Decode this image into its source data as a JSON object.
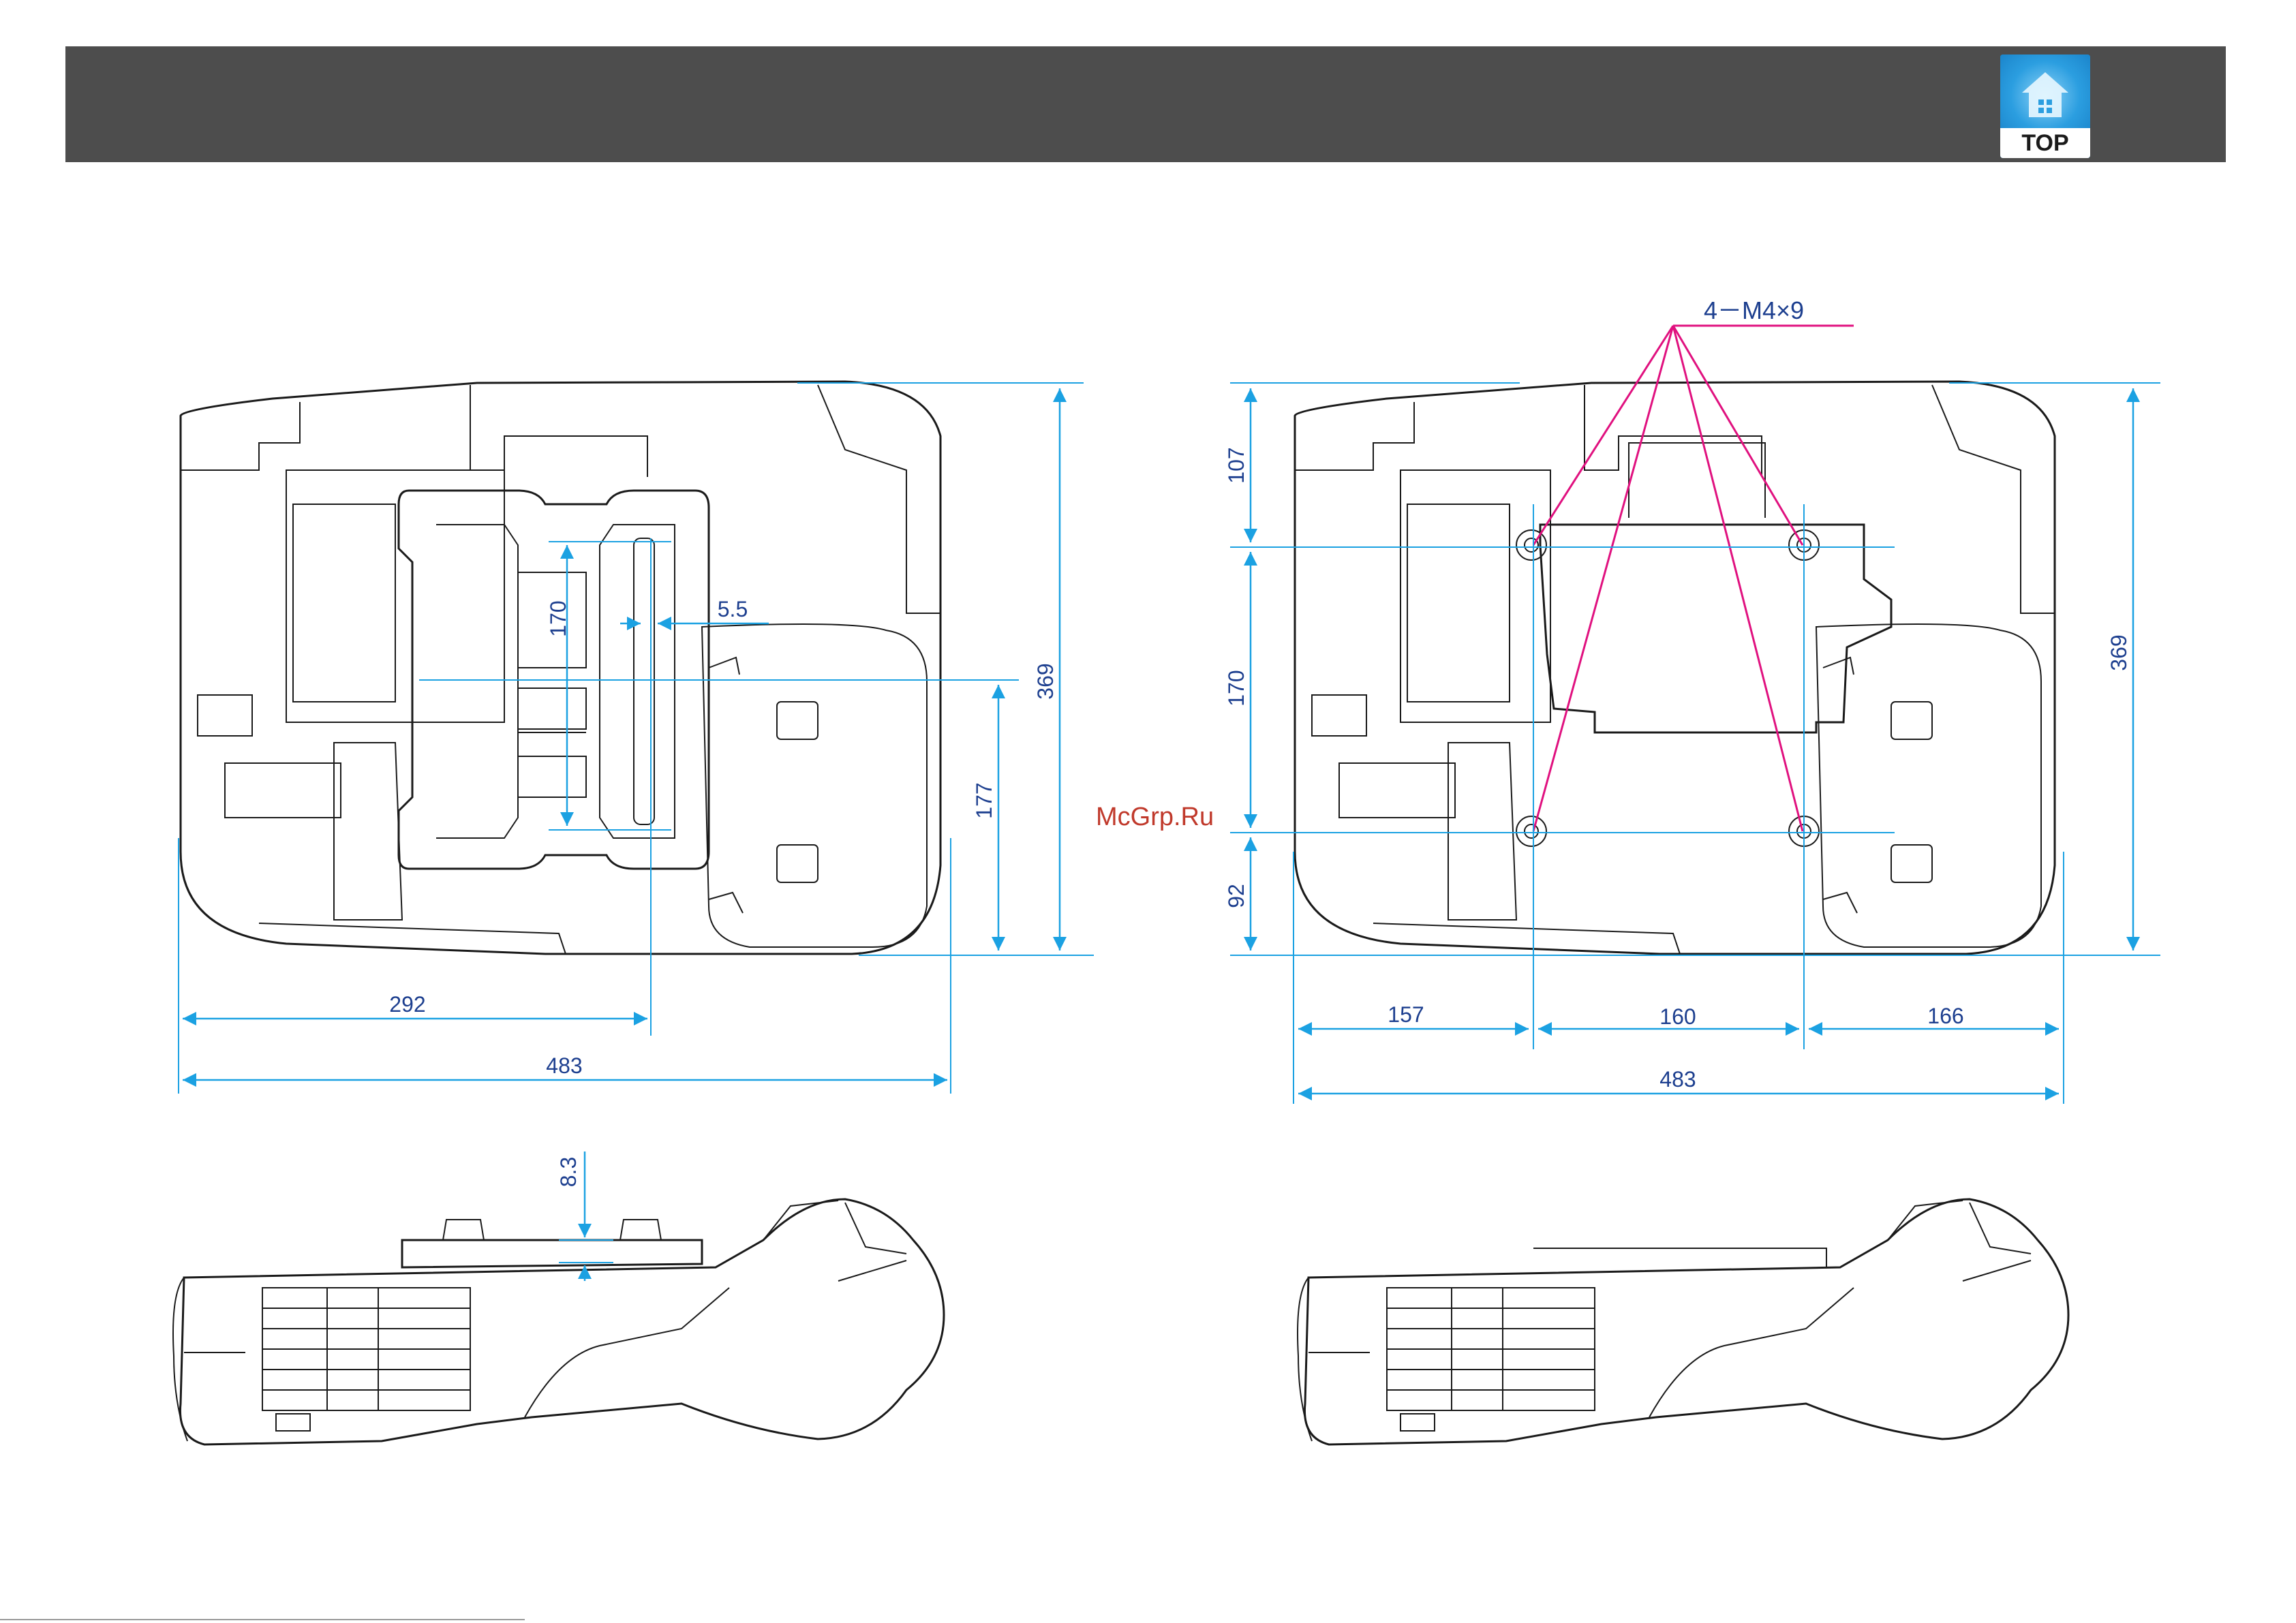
{
  "header": {
    "top_button_label": "TOP",
    "top_icon": "house-icon"
  },
  "top_views": {
    "left": {
      "dimensions": {
        "overall_height": "369",
        "partial_height": "177",
        "bracket_height": "170",
        "slot_offset": "5.5",
        "center_offset_width": "292",
        "overall_width": "483"
      }
    },
    "right": {
      "screw_callout": "4－M4×9",
      "dimensions": {
        "top_offset": "107",
        "hole_spacing_vertical": "170",
        "bottom_offset": "92",
        "overall_height": "369",
        "left_offset": "157",
        "hole_spacing_horizontal": "160",
        "right_offset": "166",
        "overall_width": "483"
      }
    }
  },
  "side_views": {
    "left": {
      "dimensions": {
        "bracket_thickness": "8.3"
      }
    }
  },
  "watermark": "McGrp.Ru",
  "colors": {
    "header": "#4d4d4d",
    "dimension_line": "#1ba1e2",
    "dimension_text": "#1d3f8f",
    "leader_line": "#e0117f",
    "outline": "#1a1a1a"
  }
}
